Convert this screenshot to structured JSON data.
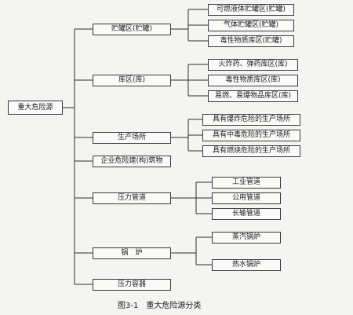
{
  "root": "重大危险源",
  "branches": [
    {
      "label": "贮罐区(贮罐)",
      "children": [
        "可燃液体贮罐区(贮罐)",
        "气体贮罐区(贮罐)",
        "毒性物质库区(贮罐)"
      ]
    },
    {
      "label": "库区(库)",
      "children": [
        "火炸药、弹药库区(库)",
        "毒性物质库区(库)",
        "易燃、易爆物品库区(库)"
      ]
    },
    {
      "label": "生产场所",
      "children": [
        "具有爆炸危险的生产场所",
        "具有中毒危险的生产场所",
        "具有燃烧危险的生产场所"
      ]
    },
    {
      "label": "企业危险建(构)筑物",
      "children": []
    },
    {
      "label": "压力管道",
      "children": [
        "工业管道",
        "公用管道",
        "长输管道"
      ]
    },
    {
      "label": "锅　炉",
      "children": [
        "蒸汽锅炉",
        "热水锅炉"
      ]
    },
    {
      "label": "压力容器",
      "children": []
    }
  ],
  "caption": "图3-1　重大危险源分类"
}
